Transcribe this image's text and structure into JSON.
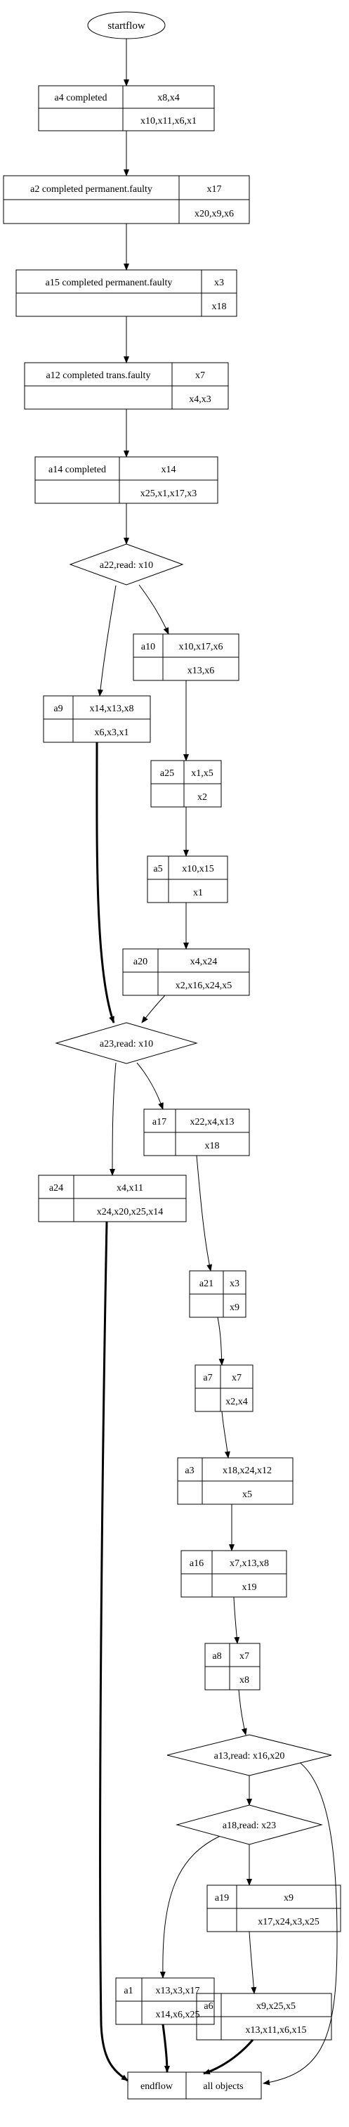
{
  "nodes": {
    "startflow": {
      "label": "startflow"
    },
    "a4": {
      "name": "a4 completed",
      "top": "x8,x4",
      "bottom": "x10,x11,x6,x1"
    },
    "a2": {
      "name": "a2 completed permanent.faulty",
      "top": "x17",
      "bottom": "x20,x9,x6"
    },
    "a15": {
      "name": "a15 completed permanent.faulty",
      "top": "x3",
      "bottom": "x18"
    },
    "a12": {
      "name": "a12 completed trans.faulty",
      "top": "x7",
      "bottom": "x4,x3"
    },
    "a14": {
      "name": "a14 completed",
      "top": "x14",
      "bottom": "x25,x1,x17,x3"
    },
    "a22": {
      "label": "a22,read: x10"
    },
    "a10": {
      "name": "a10",
      "top": "x10,x17,x6",
      "bottom": "x13,x6"
    },
    "a9": {
      "name": "a9",
      "top": "x14,x13,x8",
      "bottom": "x6,x3,x1"
    },
    "a25": {
      "name": "a25",
      "top": "x1,x5",
      "bottom": "x2"
    },
    "a5": {
      "name": "a5",
      "top": "x10,x15",
      "bottom": "x1"
    },
    "a20": {
      "name": "a20",
      "top": "x4,x24",
      "bottom": "x2,x16,x24,x5"
    },
    "a23": {
      "label": "a23,read: x10"
    },
    "a17": {
      "name": "a17",
      "top": "x22,x4,x13",
      "bottom": "x18"
    },
    "a24": {
      "name": "a24",
      "top": "x4,x11",
      "bottom": "x24,x20,x25,x14"
    },
    "a21": {
      "name": "a21",
      "top": "x3",
      "bottom": "x9"
    },
    "a7": {
      "name": "a7",
      "top": "x7",
      "bottom": "x2,x4"
    },
    "a3": {
      "name": "a3",
      "top": "x18,x24,x12",
      "bottom": "x5"
    },
    "a16": {
      "name": "a16",
      "top": "x7,x13,x8",
      "bottom": "x19"
    },
    "a8": {
      "name": "a8",
      "top": "x7",
      "bottom": "x8"
    },
    "a13": {
      "label": "a13,read: x16,x20"
    },
    "a18": {
      "label": "a18,read: x23"
    },
    "a19": {
      "name": "a19",
      "top": "x9",
      "bottom": "x17,x24,x3,x25"
    },
    "a1": {
      "name": "a1",
      "top": "x13,x3,x17",
      "bottom": "x14,x6,x25"
    },
    "a6": {
      "name": "a6",
      "top": "x9,x25,x5",
      "bottom": "x13,x11,x6,x15"
    },
    "endflow": {
      "left": "endflow",
      "right": "all objects"
    }
  }
}
